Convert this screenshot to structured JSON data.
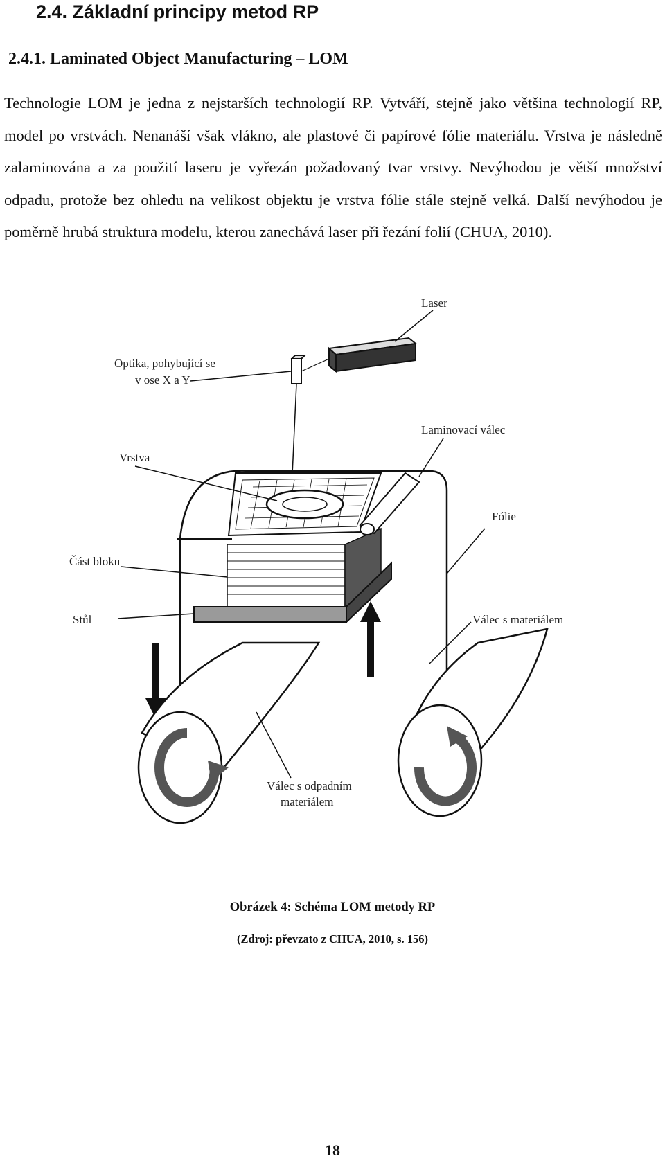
{
  "section": {
    "heading": "2.4.  Základní principy metod RP"
  },
  "subsection": {
    "heading": "2.4.1. Laminated Object Manufacturing – LOM"
  },
  "body": {
    "paragraph": "Technologie LOM je jedna z nejstarších technologií RP. Vytváří, stejně jako většina technologií RP, model po vrstvách. Nenanáší však vlákno, ale plastové či papírové fólie materiálu. Vrstva je následně zalaminována a za použití laseru je vyřezán požadovaný tvar vrstvy. Nevýhodou je větší množství odpadu, protože bez ohledu na velikost objektu je vrstva fólie stále stejně velká. Další nevýhodou je poměrně hrubá struktura modelu, kterou zanechává laser při řezání folií (CHUA, 2010)."
  },
  "figure": {
    "labels": {
      "laser": "Laser",
      "optics_line1": "Optika, pohybující se",
      "optics_line2": "v  ose X a Y",
      "lamination_roller": "Laminovací válec",
      "layer": "Vrstva",
      "foil": "Fólie",
      "block_part": "Část bloku",
      "table": "Stůl",
      "material_roller": "Válec s materiálem",
      "waste_roller_line1": "Válec s odpadním",
      "waste_roller_line2": "materiálem"
    },
    "caption": "Obrázek 4: Schéma LOM metody RP",
    "source": "(Zdroj: převzato z CHUA, 2010, s. 156)"
  },
  "page": {
    "number": "18"
  }
}
